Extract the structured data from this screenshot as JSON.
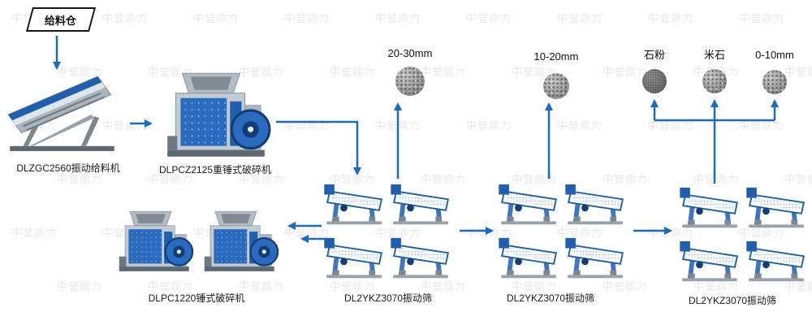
{
  "watermark": {
    "text": "中誉鼎力"
  },
  "colors": {
    "flow_blue": "#1a6ac0",
    "machine_blue": "#2a6bbf",
    "steel_gray": "#b9c2c9"
  },
  "feed_bin": {
    "label": "给料仓"
  },
  "machines": {
    "feeder": {
      "label": "DLZGC2560振动给料机"
    },
    "primary_crusher": {
      "label": "DLPCZ2125重锤式破碎机"
    },
    "secondary_crushers": {
      "label": "DLPC1220锤式破碎机"
    },
    "screens_1": {
      "label": "DL2YKZ3070振动筛"
    },
    "screens_2": {
      "label": "DL2YKZ3070振动筛"
    },
    "screens_3": {
      "label": "DL2YKZ3070振动筛"
    }
  },
  "products": [
    {
      "label": "20-30mm"
    },
    {
      "label": "10-20mm"
    },
    {
      "label": "石粉"
    },
    {
      "label": "米石"
    },
    {
      "label": "0-10mm"
    }
  ]
}
